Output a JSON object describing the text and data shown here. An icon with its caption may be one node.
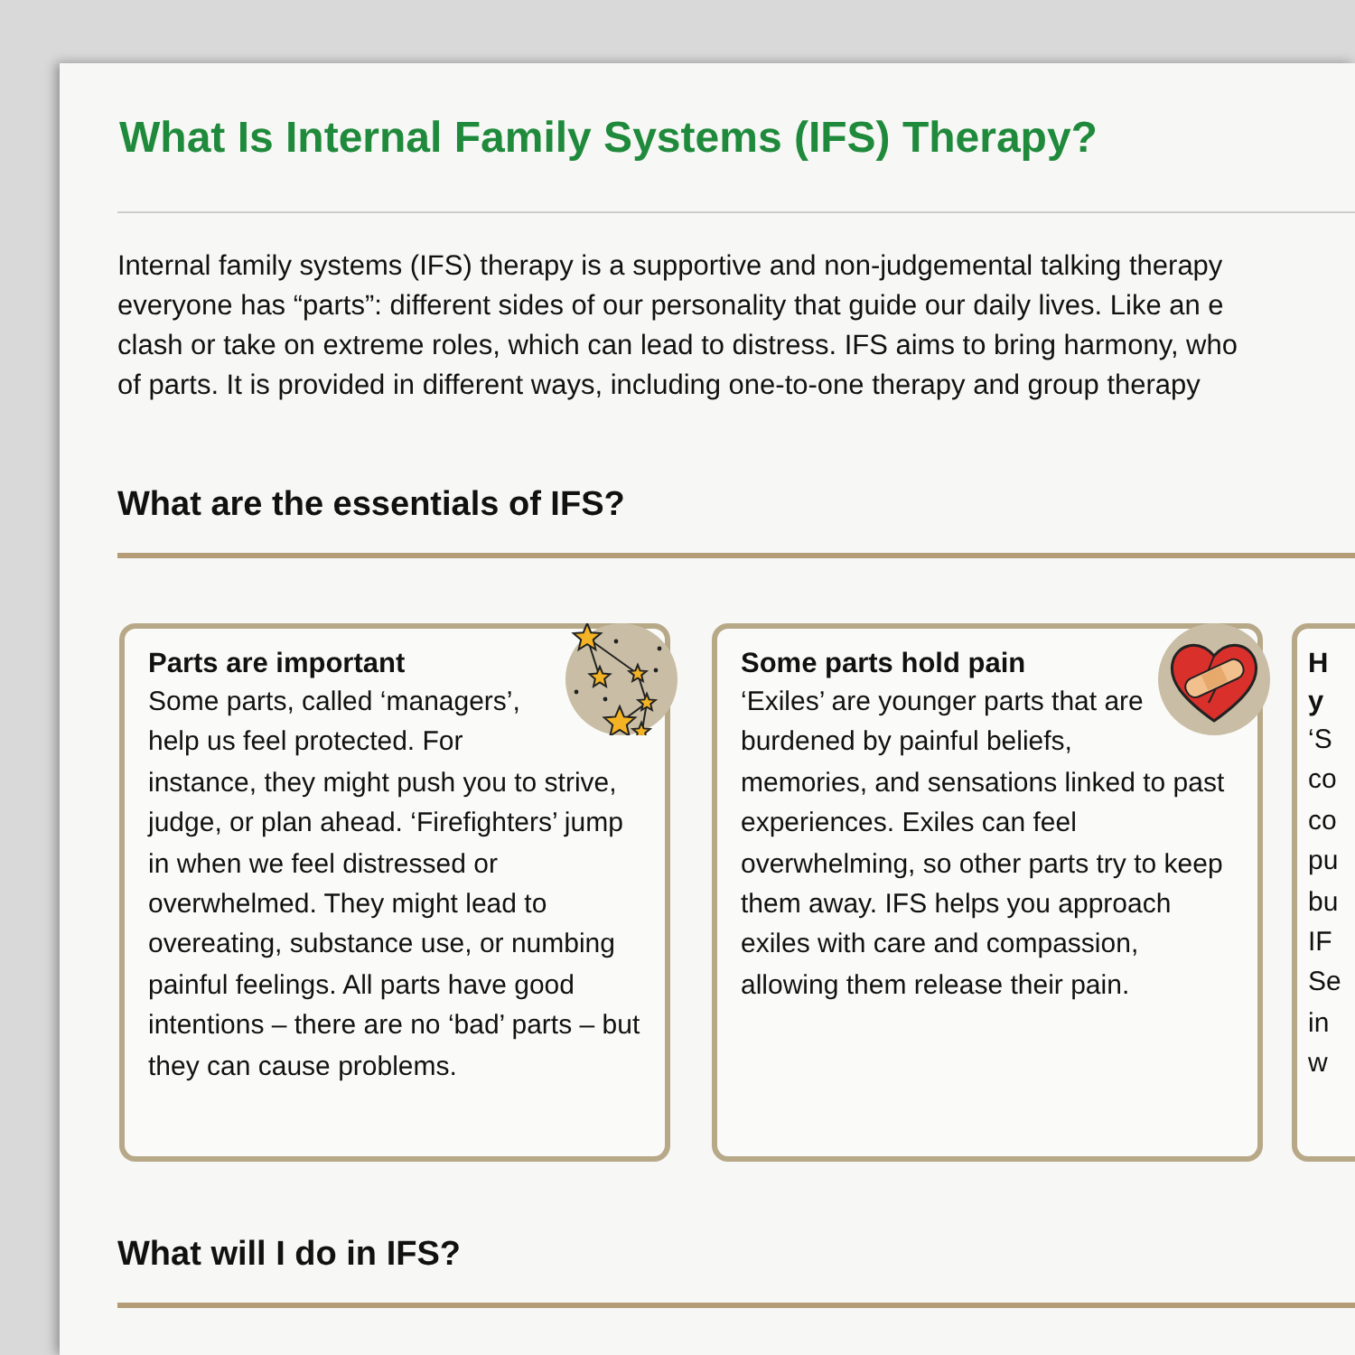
{
  "diagram": {
    "title": "What Is Internal Family Systems (IFS) Therapy?",
    "nodes": [
      {
        "text": [
          "Parts are important",
          "Some parts, called ‘managers’, help us feel protected. For instance, they might push you to strive, judge, or plan ahead. ‘Firefighters’ jump in when we feel distressed or overwhelmed. They might lead to overeating, substance use, or numbing painful feelings. All parts have good intentions – there are no ‘bad’ parts – but they can cause problems."
        ]
      },
      {
        "text": [
          "Some parts hold pain",
          "‘Exiles’ are younger parts that are burdened by painful beliefs, memories, and sensations linked to past experiences. Exiles can feel overwhelming, so other parts try to keep them away. IFS helps you approach exiles with care and compassion, allowing them release their pain."
        ]
      },
      {
        "text": [
          "H y",
          "‘S co co pu bu IF Se in w"
        ]
      }
    ],
    "labels": [
      "Internal family systems (IFS) therapy is a supportive and non-judgemental talking therapy",
      "everyone has “parts”: different sides of our personality that guide our daily lives. Like an e",
      "clash or take on extreme roles, which can lead to distress. IFS aims to bring harmony, who",
      "of parts. It is provided in different ways, including one-to-one therapy and group therapy",
      "What are the essentials of IFS?",
      "What will I do in IFS?"
    ]
  }
}
